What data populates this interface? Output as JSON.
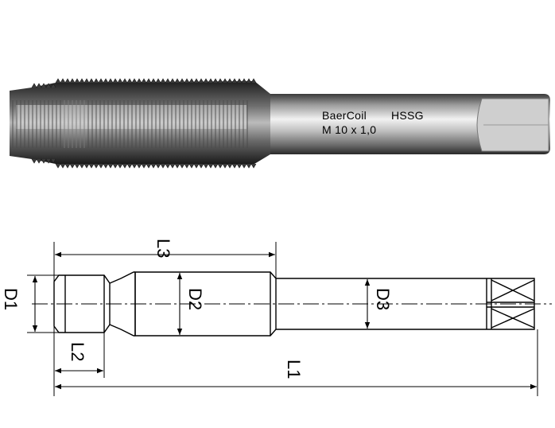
{
  "tool_photo": {
    "brand": "BaerCoil",
    "material": "HSSG",
    "size": "M 10 x 1,0"
  },
  "drawing": {
    "labels": {
      "L1": "L1",
      "L2": "L2",
      "L3": "L3",
      "D1": "D1",
      "D2": "D2",
      "D3": "D3"
    }
  },
  "colors": {
    "background": "#ffffff",
    "line": "#000000",
    "metal_dark": "#2b2b2b",
    "metal_mid": "#8c8c8c",
    "metal_light": "#e6e6e6"
  }
}
